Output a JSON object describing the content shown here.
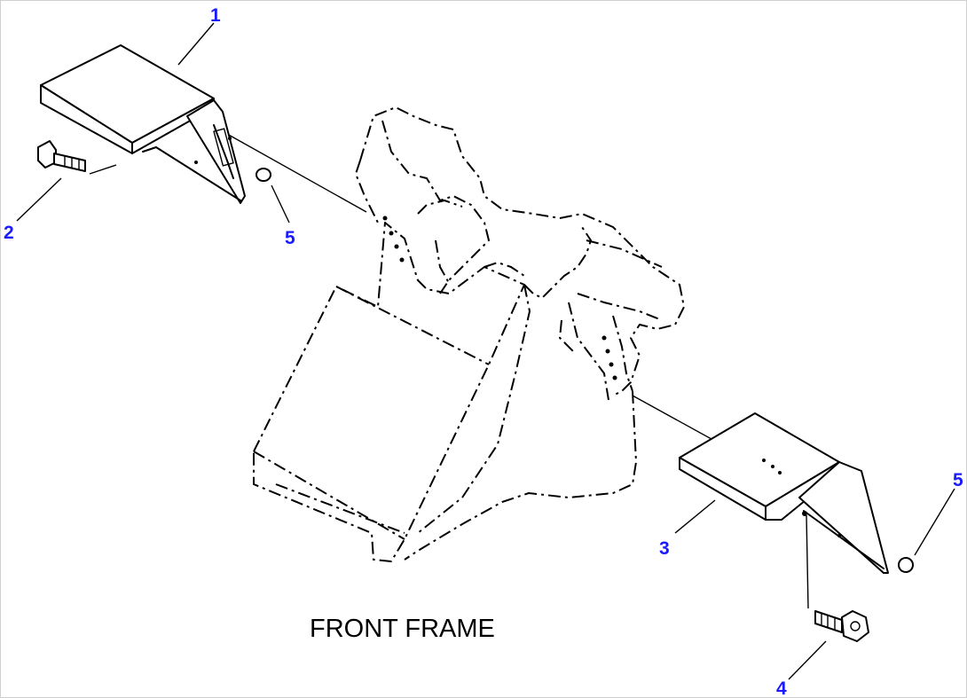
{
  "drawing": {
    "caption": "FRONT FRAME",
    "callout_color": "#1a1aff",
    "line_color": "#000000",
    "callouts": [
      "1",
      "2",
      "3",
      "4",
      "5",
      "5"
    ]
  },
  "parts": [
    {
      "ref": "1",
      "shape": "left-cover"
    },
    {
      "ref": "2",
      "shape": "bolt"
    },
    {
      "ref": "3",
      "shape": "right-cover"
    },
    {
      "ref": "4",
      "shape": "bolt"
    },
    {
      "ref": "5",
      "shape": "washer"
    }
  ]
}
